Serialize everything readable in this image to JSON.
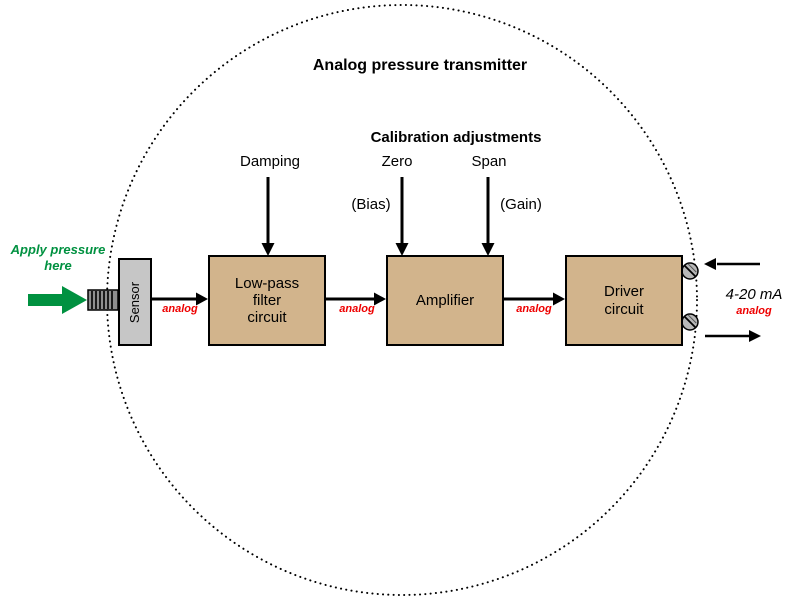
{
  "diagram": {
    "title": "Analog pressure transmitter",
    "calibration_heading": "Calibration adjustments",
    "adjustments": {
      "damping": "Damping",
      "zero": "Zero",
      "span": "Span",
      "bias": "(Bias)",
      "gain": "(Gain)"
    },
    "input_label": "Apply pressure\nhere",
    "blocks": {
      "sensor": "Sensor",
      "lowpass": "Low-pass\nfilter\ncircuit",
      "amplifier": "Amplifier",
      "driver": "Driver\ncircuit"
    },
    "signal_labels": {
      "analog1": "analog",
      "analog2": "analog",
      "analog3": "analog",
      "analog4": "analog"
    },
    "output_label": "4-20 mA",
    "icons": {
      "pressure_arrow": "pressure-arrow-icon",
      "port": "threaded-port-icon",
      "terminal_top": "screw-terminal-icon",
      "terminal_bottom": "screw-terminal-icon"
    },
    "colors": {
      "block_fill": "#d2b48c",
      "sensor_fill": "#c6c6c6",
      "green": "#009140",
      "signal_red": "#ee0000"
    }
  }
}
